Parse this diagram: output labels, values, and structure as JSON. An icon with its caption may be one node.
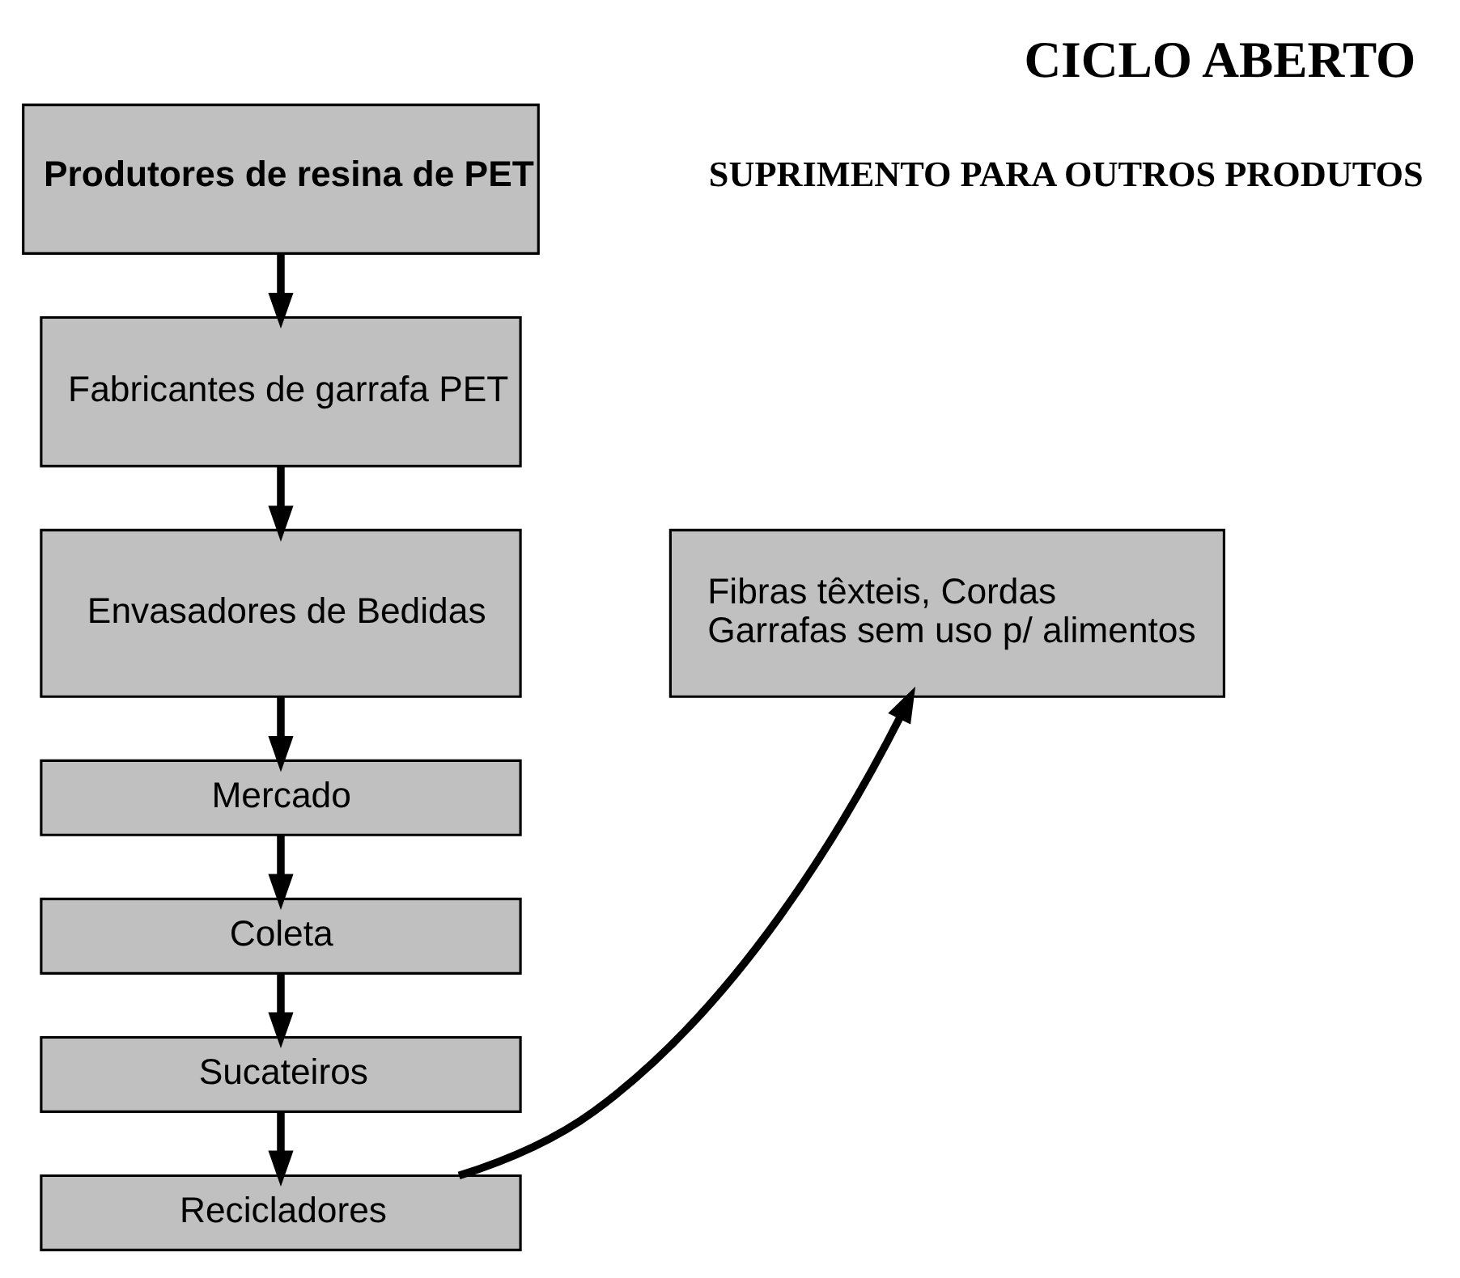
{
  "diagram": {
    "title": "CICLO ABERTO",
    "nodes": [
      {
        "text": [
          "Produtores de resina de PET"
        ]
      },
      {
        "text": [
          "Fabricantes de garrafa PET"
        ]
      },
      {
        "text": [
          "Envasadores de Bedidas"
        ]
      },
      {
        "text": [
          "Mercado"
        ]
      },
      {
        "text": [
          "Coleta"
        ]
      },
      {
        "text": [
          "Sucateiros"
        ]
      },
      {
        "text": [
          "Recicladores"
        ]
      },
      {
        "text": [
          "Fibras têxteis, Cordas",
          "Garrafas sem uso p/ alimentos"
        ]
      }
    ],
    "edges": [
      {
        "from": 0,
        "to": 1,
        "arrow": "to"
      },
      {
        "from": 1,
        "to": 2,
        "arrow": "to"
      },
      {
        "from": 2,
        "to": 3,
        "arrow": "to"
      },
      {
        "from": 3,
        "to": 4,
        "arrow": "to"
      },
      {
        "from": 4,
        "to": 5,
        "arrow": "to"
      },
      {
        "from": 5,
        "to": 6,
        "arrow": "to"
      },
      {
        "from": 6,
        "to": 7,
        "arrow": "to"
      }
    ],
    "labels": [
      "SUPRIMENTO PARA OUTROS PRODUTOS"
    ]
  }
}
